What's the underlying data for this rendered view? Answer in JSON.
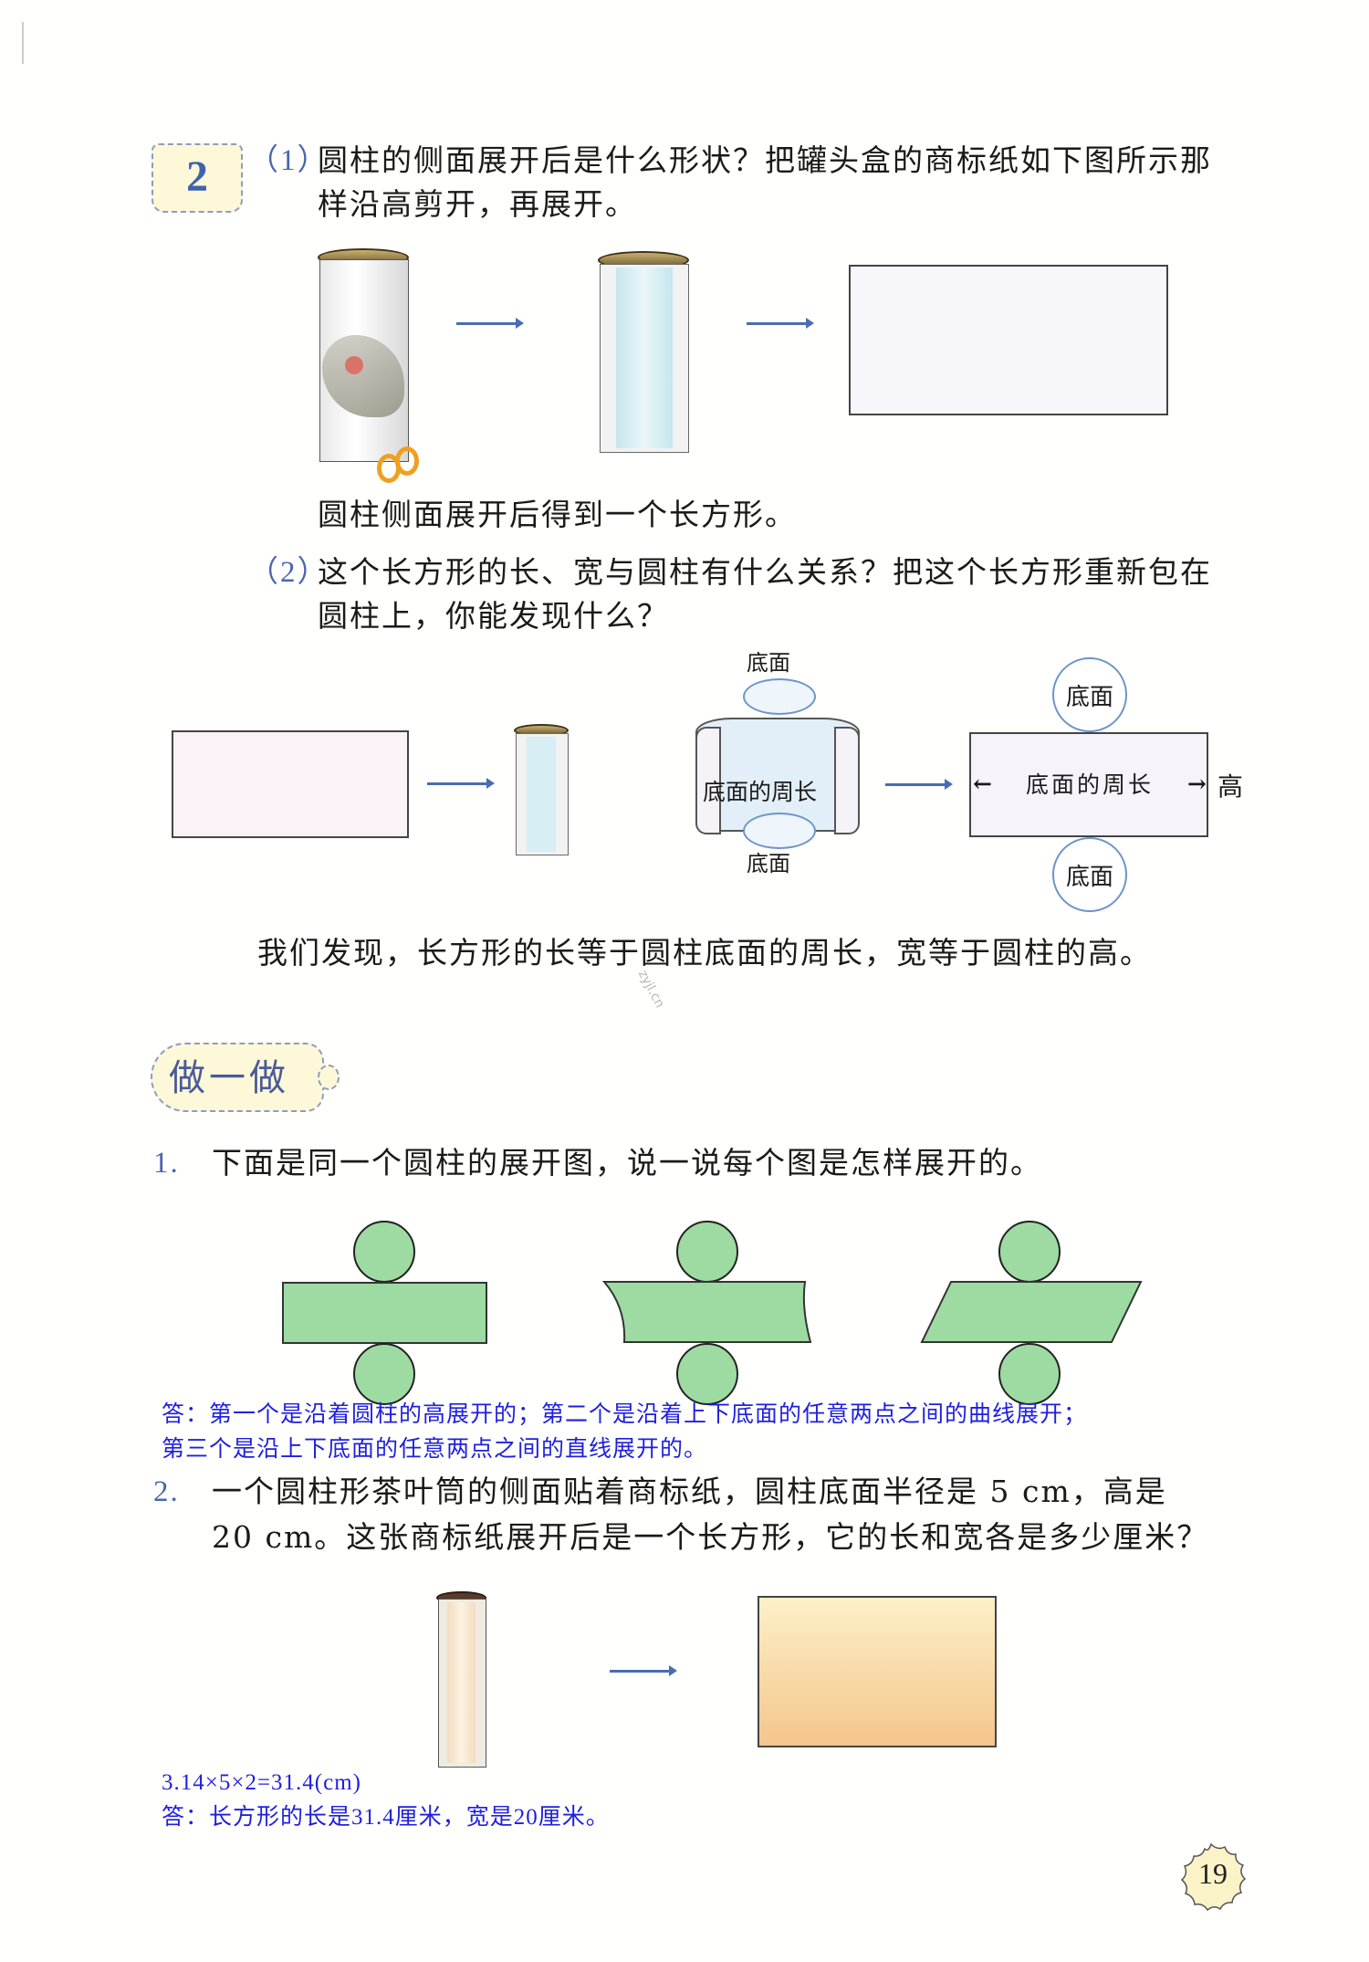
{
  "section2": {
    "number": "2",
    "part1": {
      "label": "（1）",
      "line1": "圆柱的侧面展开后是什么形状？把罐头盒的商标纸如下图所示那",
      "line2": "样沿高剪开，再展开。",
      "conclusion": "圆柱侧面展开后得到一个长方形。"
    },
    "part2": {
      "label": "（2）",
      "line1": "这个长方形的长、宽与圆柱有什么关系？把这个长方形重新包在",
      "line2": "圆柱上，你能发现什么？",
      "diagram": {
        "top_base": "底面",
        "bottom_base": "底面",
        "circumference": "底面的周长",
        "height": "高",
        "arrow_left": "←",
        "arrow_right": "→"
      },
      "finding": "我们发现，长方形的长等于圆柱底面的周长，宽等于圆柱的高。"
    },
    "watermark": "zyjl.cn"
  },
  "practice": {
    "title": "做一做",
    "q1": {
      "number": "1.",
      "text": "下面是同一个圆柱的展开图，说一说每个图是怎样展开的。",
      "answer_line1": "答：第一个是沿着圆柱的高展开的；第二个是沿着上下底面的任意两点之间的曲线展开；",
      "answer_line2": "第三个是沿上下底面的任意两点之间的直线展开的。"
    },
    "q2": {
      "number": "2.",
      "line1": "一个圆柱形茶叶筒的侧面贴着商标纸，圆柱底面半径是 5 cm，高是",
      "line2": "20 cm。这张商标纸展开后是一个长方形，它的长和宽各是多少厘米？",
      "calc": "3.14×5×2=31.4(cm)",
      "answer": "答：长方形的长是31.4厘米，宽是20厘米。"
    }
  },
  "page_number": "19",
  "colors": {
    "accent_blue": "#4a6cb3",
    "answer_blue": "#1f1fe0",
    "net_green": "#9ddba2",
    "badge_yellow": "#fdf8d8"
  }
}
